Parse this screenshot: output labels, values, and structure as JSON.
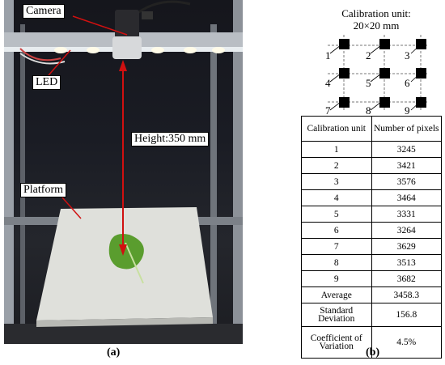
{
  "panel_a": {
    "labels": {
      "camera": "Camera",
      "led": "LED",
      "height": "Height:350 mm",
      "platform": "Platform"
    },
    "caption": "(a)"
  },
  "panel_b": {
    "title_line1": "Calibration unit:",
    "title_line2": "20×20 mm",
    "unit_numbers": [
      "1",
      "2",
      "3",
      "4",
      "5",
      "6",
      "7",
      "8",
      "9"
    ],
    "table": {
      "headers": [
        "Calibration unit",
        "Number of pixels"
      ],
      "rows": [
        [
          "1",
          "3245"
        ],
        [
          "2",
          "3421"
        ],
        [
          "3",
          "3576"
        ],
        [
          "4",
          "3464"
        ],
        [
          "5",
          "3331"
        ],
        [
          "6",
          "3264"
        ],
        [
          "7",
          "3629"
        ],
        [
          "8",
          "3513"
        ],
        [
          "9",
          "3682"
        ]
      ],
      "summary": [
        [
          "Average",
          "3458.3"
        ],
        [
          "Standard Deviation",
          "156.8"
        ],
        [
          "Coefficient of Variation",
          "4.5%"
        ]
      ]
    },
    "caption": "(b)"
  }
}
